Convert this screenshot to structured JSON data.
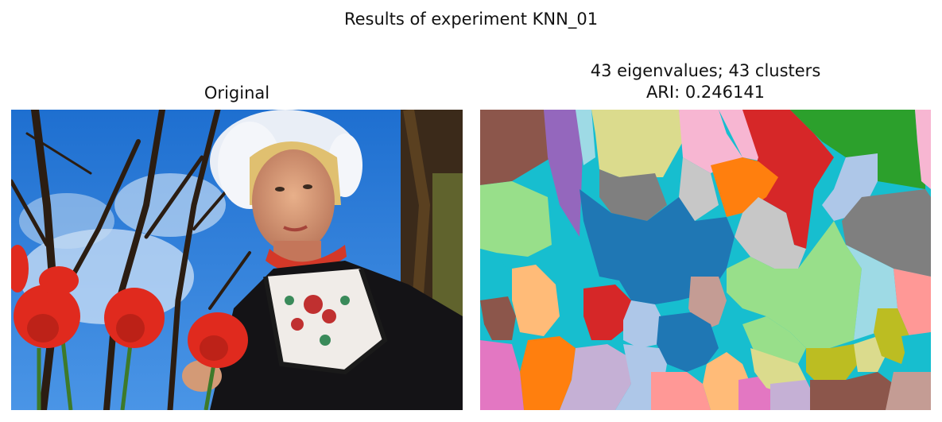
{
  "figure": {
    "suptitle": "Results of experiment KNN_01",
    "left_panel": {
      "title": "Original"
    },
    "right_panel": {
      "title_line1": "43 eigenvalues; 43 clusters",
      "title_line2": "ARI: 0.246141"
    }
  },
  "palette": {
    "cluster_colors": [
      "#1f77b4",
      "#aec7e8",
      "#ff7f0e",
      "#ffbb78",
      "#2ca02c",
      "#98df8a",
      "#d62728",
      "#ff9896",
      "#9467bd",
      "#c5b0d5",
      "#8c564b",
      "#c49c94",
      "#e377c2",
      "#f7b6d2",
      "#7f7f7f",
      "#c7c7c7",
      "#bcbd22",
      "#dbdb8d",
      "#17becf",
      "#9edae5"
    ]
  }
}
